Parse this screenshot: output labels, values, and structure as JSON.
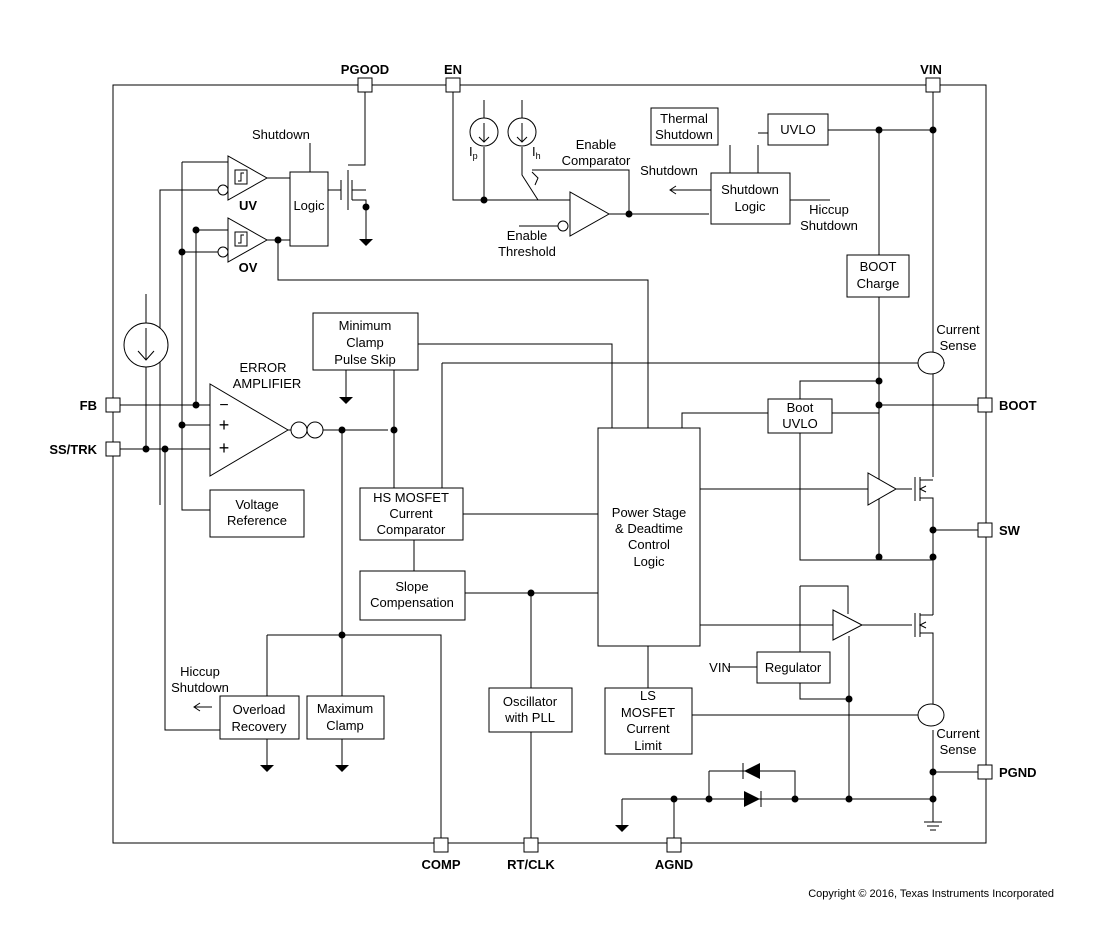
{
  "pins": {
    "pgood": "PGOOD",
    "en": "EN",
    "vin": "VIN",
    "fb": "FB",
    "ss_trk": "SS/TRK",
    "boot": "BOOT",
    "sw": "SW",
    "pgnd": "PGND",
    "comp": "COMP",
    "rt_clk": "RT/CLK",
    "agnd": "AGND"
  },
  "labels": {
    "shutdown_top": "Shutdown",
    "logic": "Logic",
    "uv": "UV",
    "ov": "OV",
    "ip": "I",
    "ip_sub": "p",
    "ih": "I",
    "ih_sub": "h",
    "enable_comparator_1": "Enable",
    "enable_comparator_2": "Comparator",
    "enable_threshold_1": "Enable",
    "enable_threshold_2": "Threshold",
    "thermal_shutdown_1": "Thermal",
    "thermal_shutdown_2": "Shutdown",
    "uvlo": "UVLO",
    "shutdown_out": "Shutdown",
    "shutdown_logic_1": "Shutdown",
    "shutdown_logic_2": "Logic",
    "hiccup_shutdown_in_1": "Hiccup",
    "hiccup_shutdown_in_2": "Shutdown",
    "boot_charge_1": "BOOT",
    "boot_charge_2": "Charge",
    "current_sense_top_1": "Current",
    "current_sense_top_2": "Sense",
    "min_clamp_1": "Minimum",
    "min_clamp_2": "Clamp",
    "min_clamp_3": "Pulse Skip",
    "error_amp_1": "ERROR",
    "error_amp_2": "AMPLIFIER",
    "boot_uvlo_1": "Boot",
    "boot_uvlo_2": "UVLO",
    "voltage_ref_1": "Voltage",
    "voltage_ref_2": "Reference",
    "hs_comp_1": "HS MOSFET",
    "hs_comp_2": "Current",
    "hs_comp_3": "Comparator",
    "power_stage_1": "Power Stage",
    "power_stage_2": "& Deadtime",
    "power_stage_3": "Control",
    "power_stage_4": "Logic",
    "slope_1": "Slope",
    "slope_2": "Compensation",
    "vin_reg": "VIN",
    "regulator": "Regulator",
    "hiccup_shutdown_out_1": "Hiccup",
    "hiccup_shutdown_out_2": "Shutdown",
    "overload_1": "Overload",
    "overload_2": "Recovery",
    "max_clamp_1": "Maximum",
    "max_clamp_2": "Clamp",
    "osc_1": "Oscillator",
    "osc_2": "with PLL",
    "ls_limit_1": "LS",
    "ls_limit_2": "MOSFET",
    "ls_limit_3": "Current",
    "ls_limit_4": "Limit",
    "current_sense_bot_1": "Current",
    "current_sense_bot_2": "Sense",
    "minus": "−",
    "plus": "+"
  },
  "copyright": "Copyright © 2016, Texas Instruments Incorporated"
}
